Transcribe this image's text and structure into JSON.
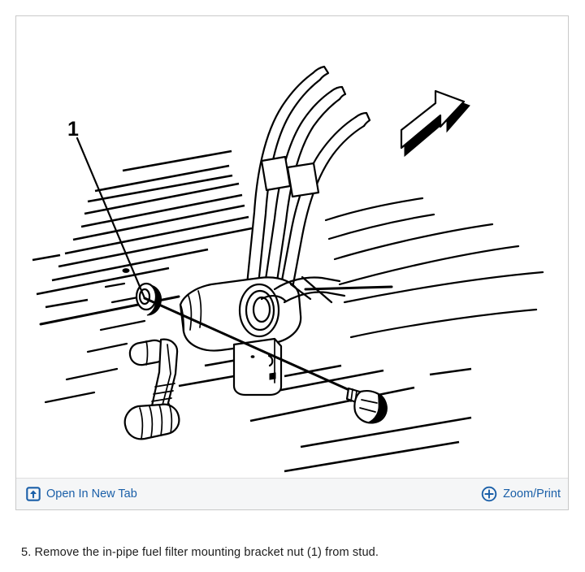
{
  "figure": {
    "callouts": [
      {
        "number": "1",
        "refers_to": "mounting-bracket-nut"
      }
    ],
    "alt_description": "Line drawing of an in-pipe fuel filter mounted under the vehicle floor pan, with three fuel lines routed up through a clip, a mounting bracket, and a direction arrow at upper right."
  },
  "toolbar": {
    "open_new_tab_label": "Open In New Tab",
    "open_new_tab_icon": "open-in-new-tab-icon",
    "zoom_print_label": "Zoom/Print",
    "zoom_print_icon": "plus-circle-icon",
    "link_color": "#1a5fa8",
    "background_color": "#f5f6f7"
  },
  "caption": {
    "text": "5. Remove the in-pipe fuel filter mounting bracket nut (1) from stud."
  },
  "colors": {
    "page_background": "#ffffff",
    "frame_border": "#c9c9c9",
    "drawing_stroke": "#000000",
    "caption_text": "#1d1d1d"
  }
}
